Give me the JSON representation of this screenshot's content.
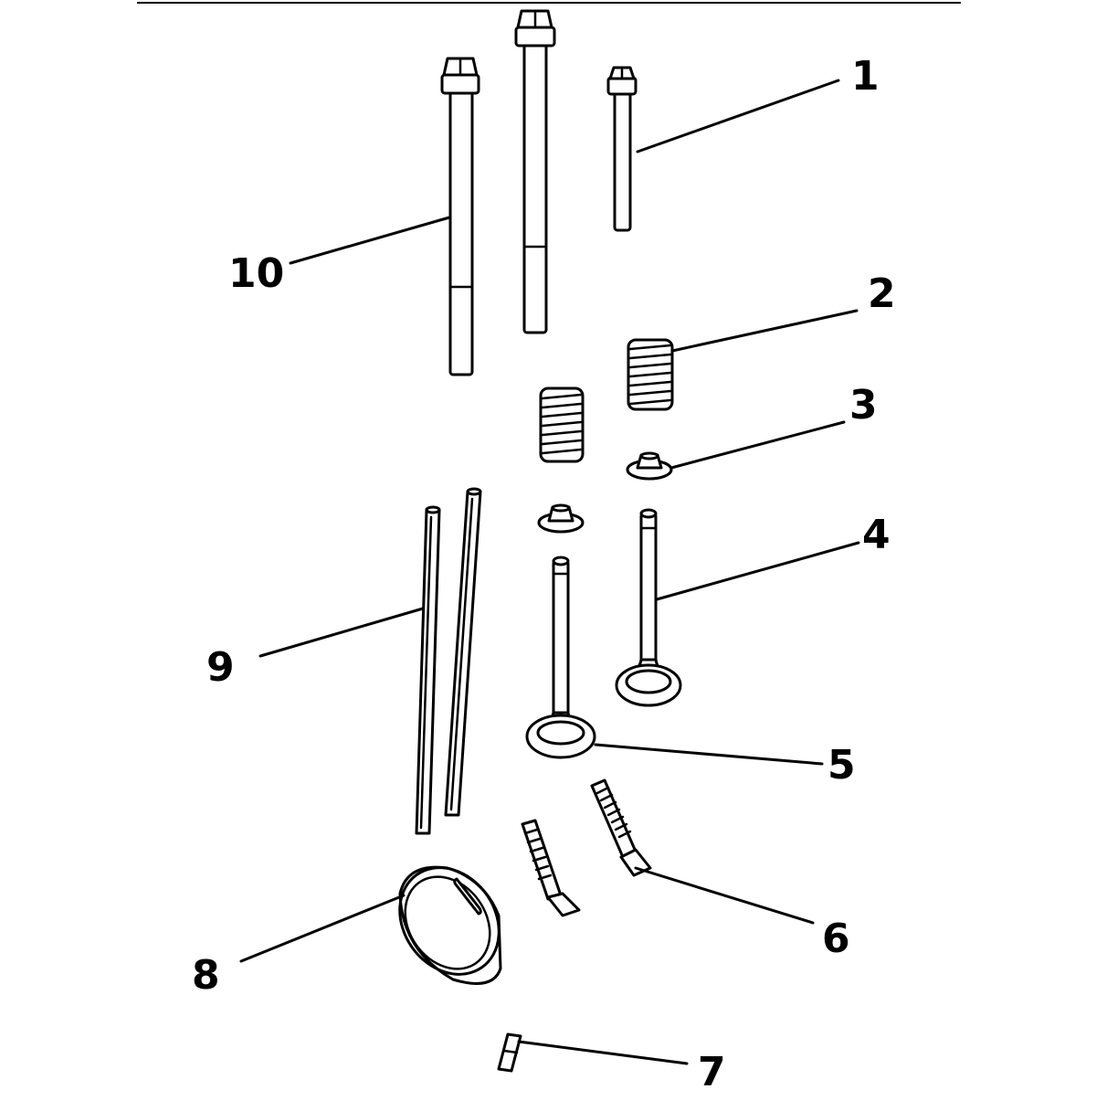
{
  "diagram": {
    "callouts": [
      {
        "id": "1",
        "label": "1"
      },
      {
        "id": "2",
        "label": "2"
      },
      {
        "id": "3",
        "label": "3"
      },
      {
        "id": "4",
        "label": "4"
      },
      {
        "id": "5",
        "label": "5"
      },
      {
        "id": "6",
        "label": "6"
      },
      {
        "id": "7",
        "label": "7"
      },
      {
        "id": "8",
        "label": "8"
      },
      {
        "id": "9",
        "label": "9"
      },
      {
        "id": "10",
        "label": "10"
      }
    ],
    "parts": [
      "short-head-bolt",
      "long-head-bolt-left",
      "long-head-bolt-center",
      "valve-spring-right",
      "valve-spring-left",
      "valve-stem-seal-right",
      "valve-stem-seal-left",
      "valve-right",
      "valve-left",
      "stud-left",
      "stud-right",
      "pin-7",
      "ring-8",
      "pushrod-left",
      "pushrod-right"
    ]
  }
}
